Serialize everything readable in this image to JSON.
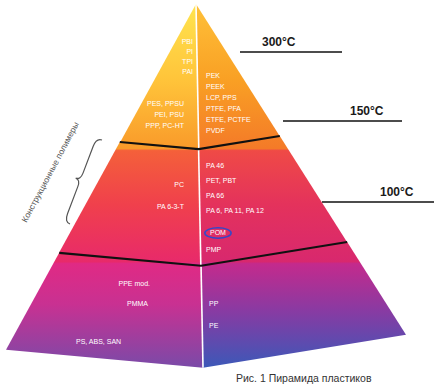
{
  "diagram": {
    "caption": "Рис. 1 Пирамида пластиков",
    "nodes": [
      {
        "text": [
          "PBI",
          "PI",
          "TPI",
          "PAI",
          "PEK",
          "PEEK",
          "LCP, PPS",
          "PTFE, PFA",
          "ETFE, PCTFE",
          "PVDF",
          "PES, PPSU",
          "PEI, PSU",
          "PPP, PC-HT"
        ]
      },
      {
        "text": [
          "PC",
          "PA 46",
          "PET, PBT",
          "PA 66",
          "PA 6-3-T",
          "PA 6, PA 11, PA 12",
          "PMP"
        ]
      },
      {
        "text": [
          "PPE mod.",
          "PMMA",
          "PP",
          "PE",
          "PS, ABS, SAN"
        ]
      },
      {
        "text": [
          "POM"
        ],
        "in": 1
      }
    ],
    "labels": [
      "300°C",
      "150°C",
      "100°C",
      "Конструкционные полимеры"
    ]
  }
}
